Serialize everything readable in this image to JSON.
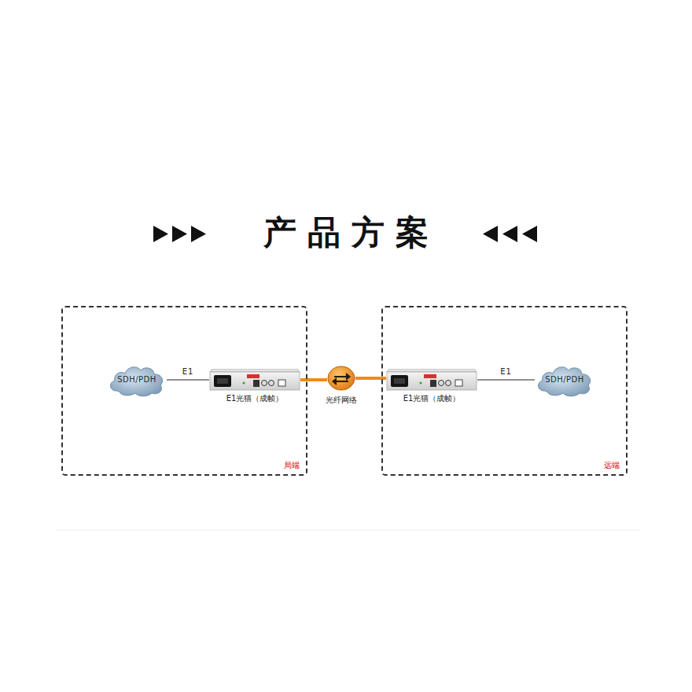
{
  "diagram": {
    "title": "产品方案",
    "nodes": [
      {
        "text": [
          "局端"
        ]
      },
      {
        "text": [
          "SDH/PDH"
        ],
        "in": 0
      },
      {
        "text": [
          "E1光猫（成帧）"
        ],
        "in": 0
      },
      {
        "text": [
          "远端"
        ]
      },
      {
        "text": [
          "E1光猫（成帧）"
        ],
        "in": 3
      },
      {
        "text": [
          "SDH/PDH"
        ],
        "in": 3
      },
      {
        "text": [
          "光纤网络"
        ]
      }
    ],
    "edges": [
      {
        "from": 1,
        "to": 2,
        "label": "E1",
        "arrow": "none"
      },
      {
        "from": 2,
        "to": 6,
        "arrow": "none"
      },
      {
        "from": 6,
        "to": 4,
        "arrow": "none"
      },
      {
        "from": 4,
        "to": 5,
        "label": "E1",
        "arrow": "none"
      }
    ]
  }
}
